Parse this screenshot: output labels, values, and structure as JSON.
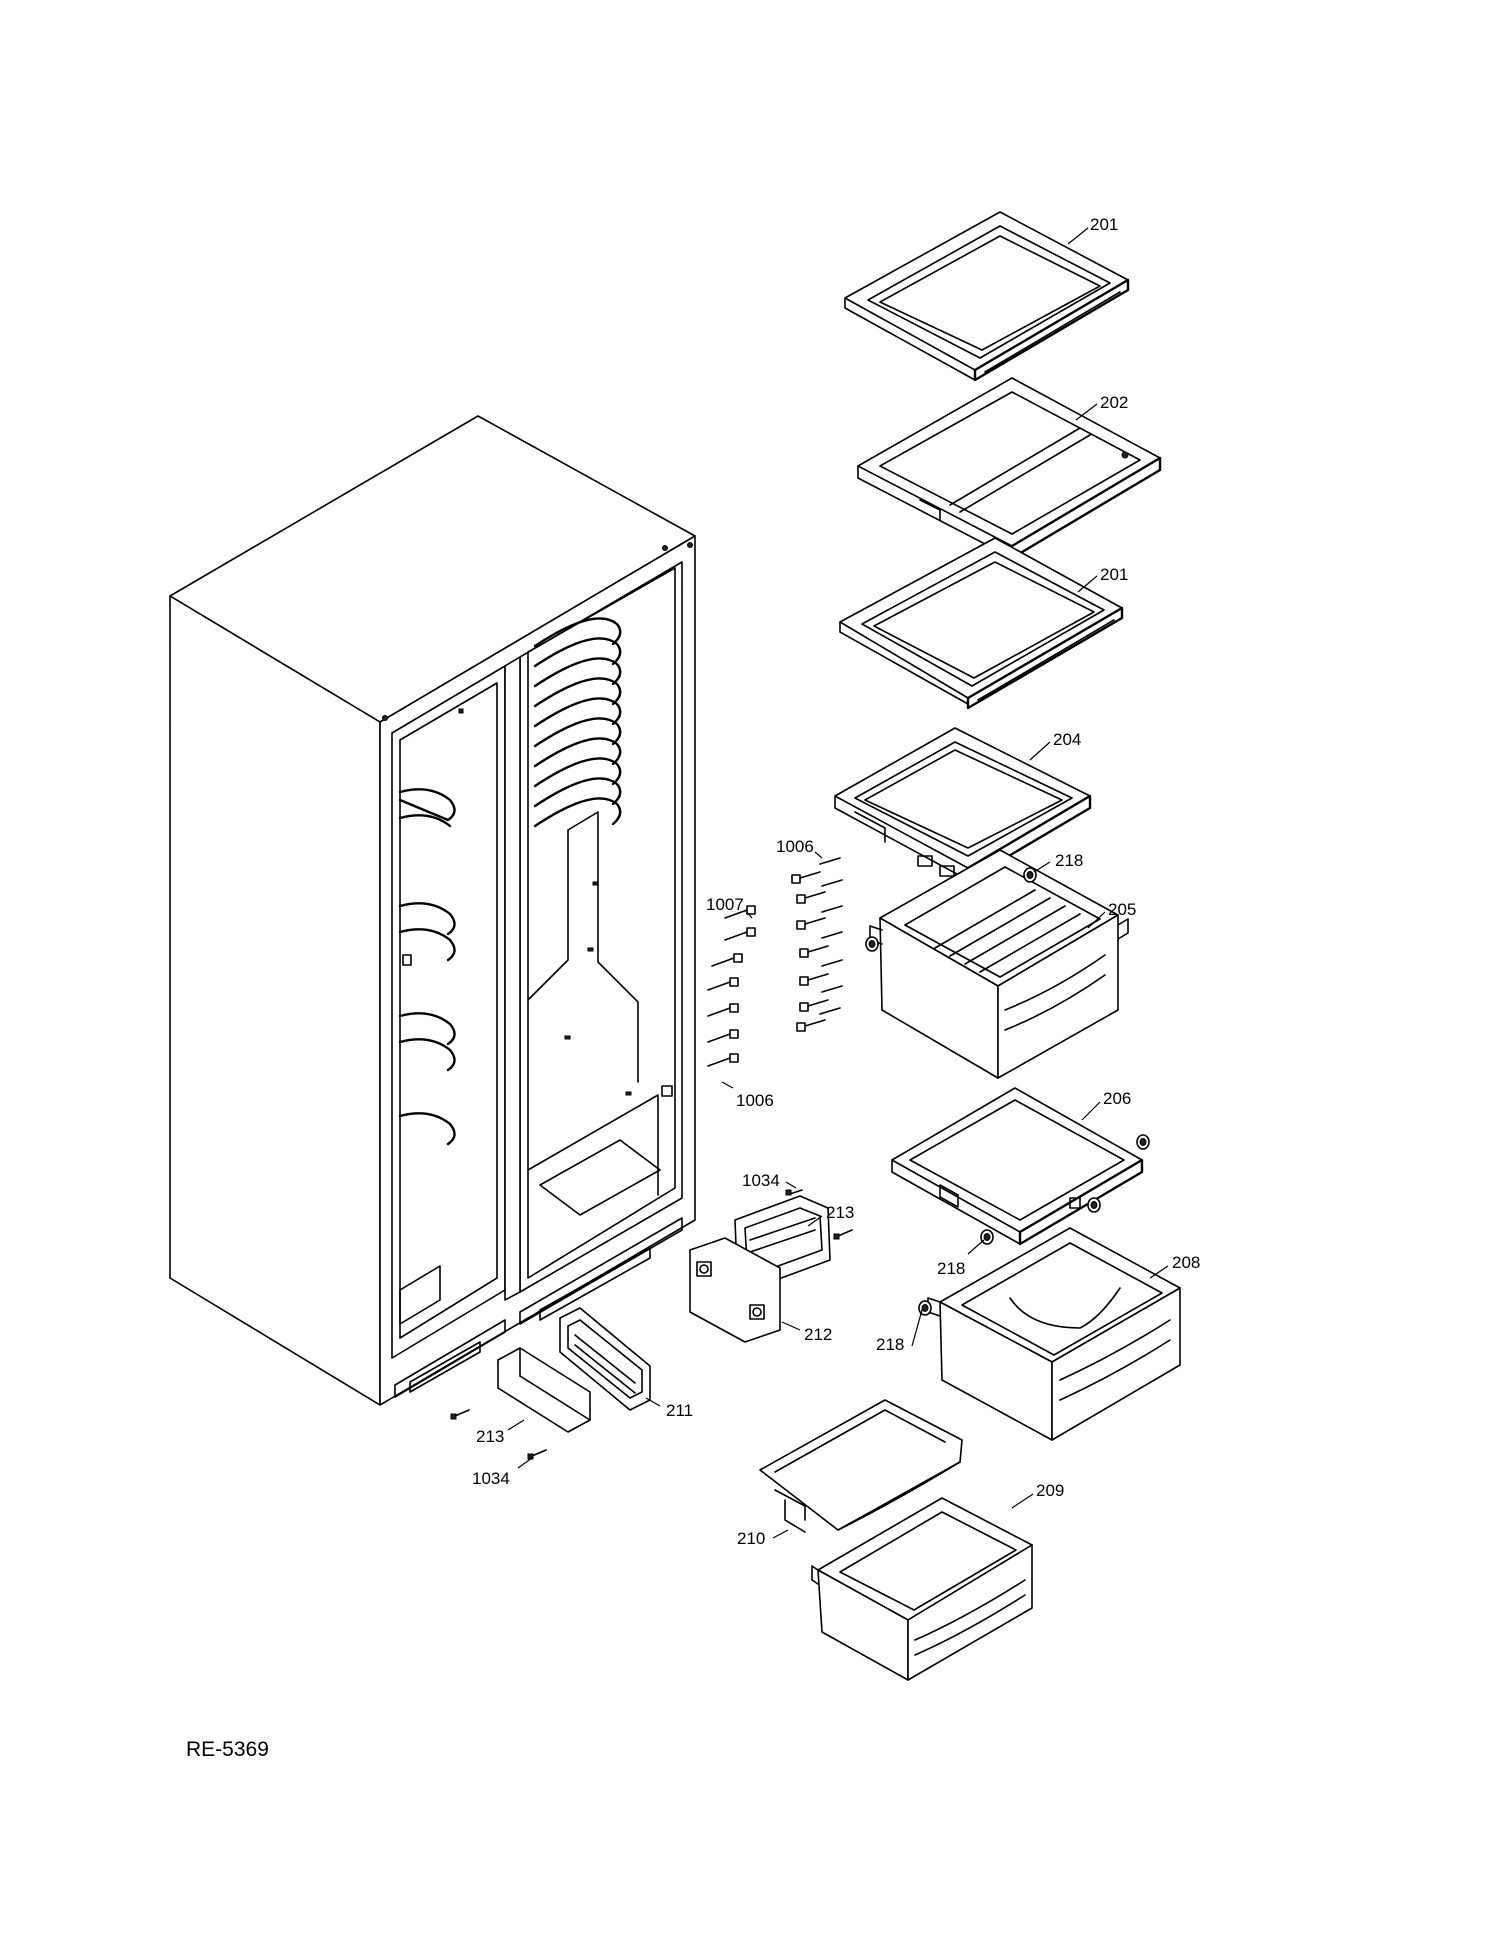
{
  "document": {
    "code": "RE-5369"
  },
  "callouts": [
    {
      "id": "c201a",
      "text": "201"
    },
    {
      "id": "c202",
      "text": "202"
    },
    {
      "id": "c201b",
      "text": "201"
    },
    {
      "id": "c204",
      "text": "204"
    },
    {
      "id": "c218a",
      "text": "218"
    },
    {
      "id": "c205",
      "text": "205"
    },
    {
      "id": "c1006a",
      "text": "1006"
    },
    {
      "id": "c1007",
      "text": "1007"
    },
    {
      "id": "c1006b",
      "text": "1006"
    },
    {
      "id": "c206",
      "text": "206"
    },
    {
      "id": "c1034a",
      "text": "1034"
    },
    {
      "id": "c213a",
      "text": "213"
    },
    {
      "id": "c218b",
      "text": "218"
    },
    {
      "id": "c208",
      "text": "208"
    },
    {
      "id": "c212",
      "text": "212"
    },
    {
      "id": "c218c",
      "text": "218"
    },
    {
      "id": "c211",
      "text": "211"
    },
    {
      "id": "c213b",
      "text": "213"
    },
    {
      "id": "c1034b",
      "text": "1034"
    },
    {
      "id": "c209",
      "text": "209"
    },
    {
      "id": "c210",
      "text": "210"
    }
  ]
}
